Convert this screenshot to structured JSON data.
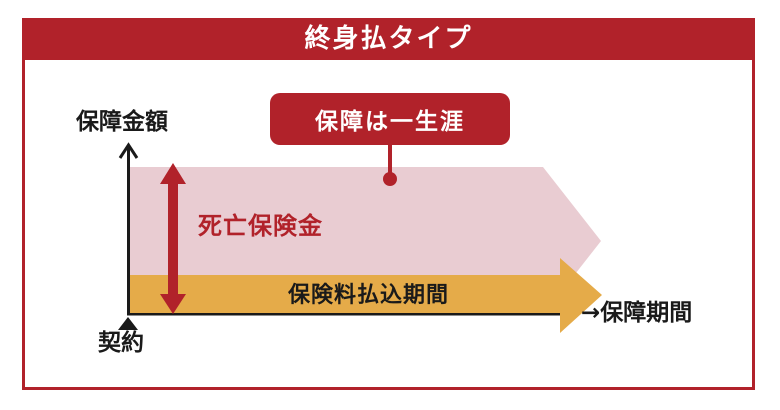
{
  "title": "終身払タイプ",
  "callout": {
    "label": "保障は一生涯"
  },
  "chart": {
    "type": "diagram",
    "y_axis_label": "保障金額",
    "x_axis_label": "→保障期間",
    "origin_label": "契約",
    "death_benefit_label": "死亡保険金",
    "premium_period_label": "保険料払込期間"
  },
  "colors": {
    "accent_red": "#b1222a",
    "coverage_pink": "#e9ccd2",
    "premium_orange": "#e5ab49",
    "axis_black": "#1a1a1a",
    "title_text": "#ffffff"
  }
}
